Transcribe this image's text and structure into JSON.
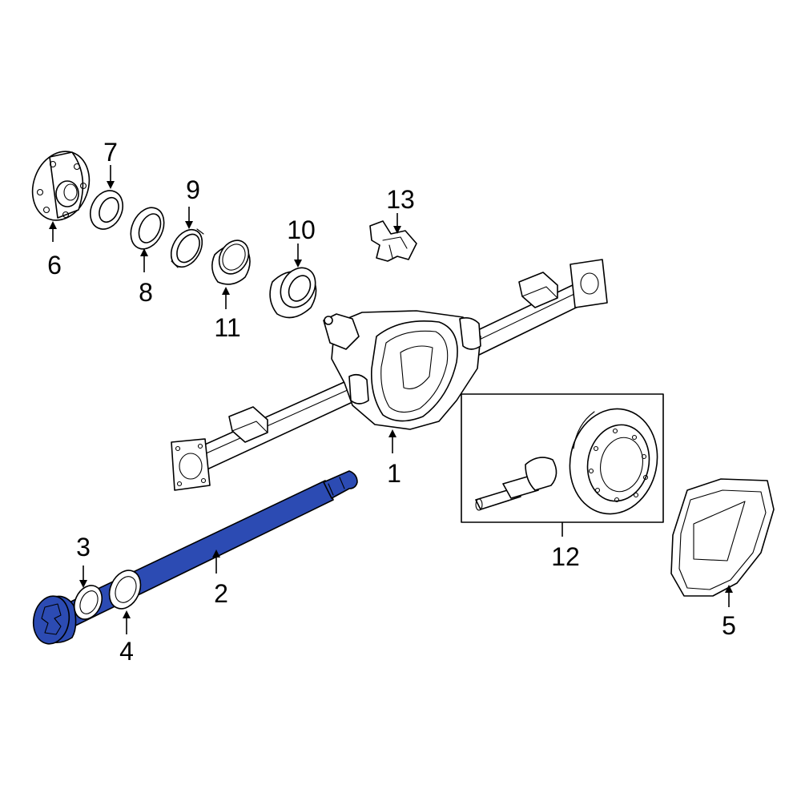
{
  "colors": {
    "highlight": "#2C4BB3",
    "outline": "#000000",
    "background": "#FFFFFF"
  },
  "callouts": {
    "c1": "1",
    "c2": "2",
    "c3": "3",
    "c4": "4",
    "c5": "5",
    "c6": "6",
    "c7": "7",
    "c8": "8",
    "c9": "9",
    "c10": "10",
    "c11": "11",
    "c12": "12",
    "c13": "13"
  },
  "highlighted_parts": [
    "2"
  ]
}
